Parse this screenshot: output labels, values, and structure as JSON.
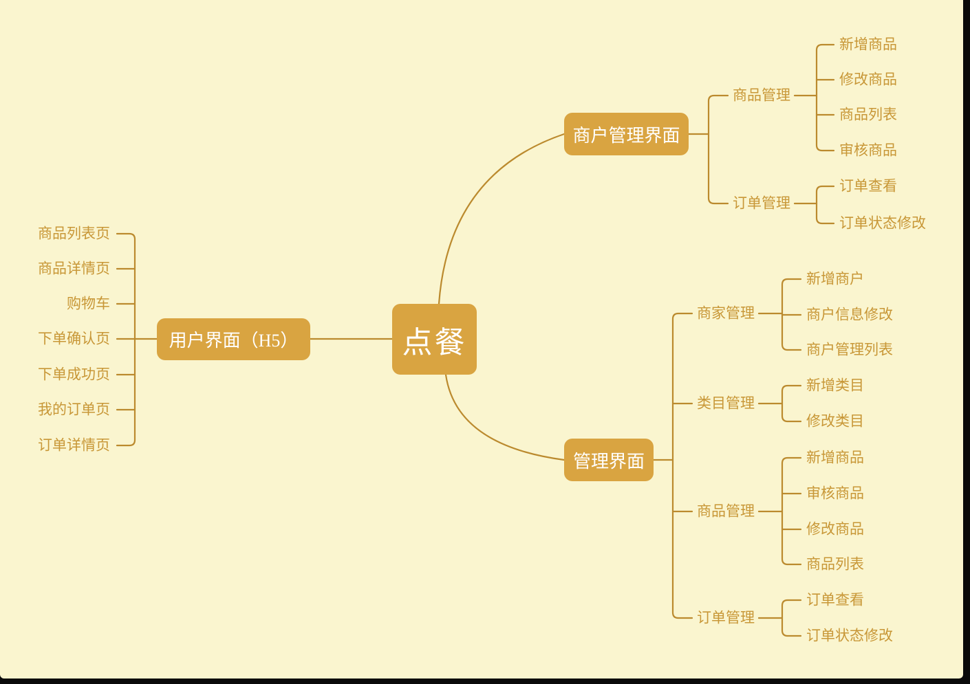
{
  "window": {
    "background": "#0A0A0A"
  },
  "canvas": {
    "background": "#FAF5CF"
  },
  "mindmap": {
    "colors": {
      "node_fill": "#D9A441",
      "node_text": "#FFFFFF",
      "label_text": "#C89737",
      "line": "#BB8A2E"
    },
    "root": {
      "label": "点餐"
    },
    "user": {
      "label": "用户界面（H5）",
      "children": [
        "商品列表页",
        "商品详情页",
        "购物车",
        "下单确认页",
        "下单成功页",
        "我的订单页",
        "订单详情页"
      ]
    },
    "merchant": {
      "label": "商户管理界面",
      "groups": [
        {
          "label": "商品管理",
          "children": [
            "新增商品",
            "修改商品",
            "商品列表",
            "审核商品"
          ]
        },
        {
          "label": "订单管理",
          "children": [
            "订单查看",
            "订单状态修改"
          ]
        }
      ]
    },
    "admin": {
      "label": "管理界面",
      "groups": [
        {
          "label": "商家管理",
          "children": [
            "新增商户",
            "商户信息修改",
            "商户管理列表"
          ]
        },
        {
          "label": "类目管理",
          "children": [
            "新增类目",
            "修改类目"
          ]
        },
        {
          "label": "商品管理",
          "children": [
            "新增商品",
            "审核商品",
            "修改商品",
            "商品列表"
          ]
        },
        {
          "label": "订单管理",
          "children": [
            "订单查看",
            "订单状态修改"
          ]
        }
      ]
    }
  }
}
